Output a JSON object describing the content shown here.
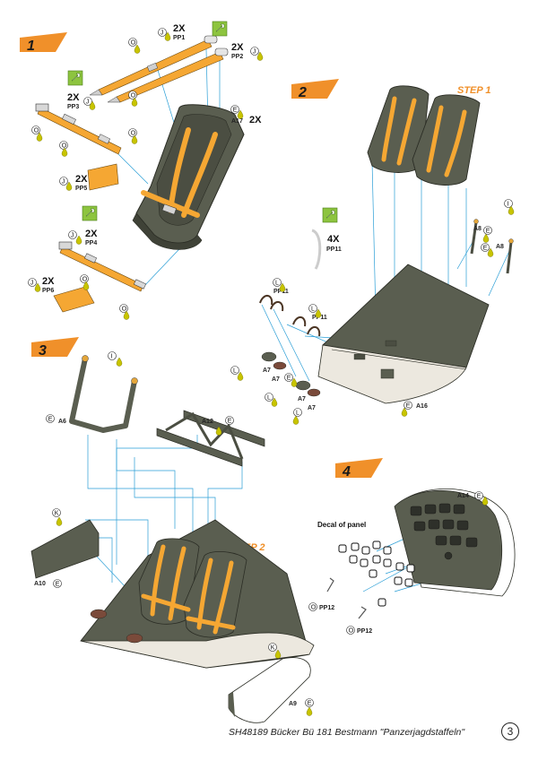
{
  "steps": [
    {
      "number": "1"
    },
    {
      "number": "2",
      "title": "STEP 1"
    },
    {
      "number": "3",
      "title": "STEP 2"
    },
    {
      "number": "4"
    }
  ],
  "parts": {
    "pp1": "PP1",
    "pp2": "PP2",
    "pp3": "PP3",
    "pp4": "PP4",
    "pp5": "PP5",
    "pp6": "PP6",
    "pp11": "PP11",
    "pp12": "PP12",
    "a6": "A6",
    "a7": "A7",
    "a8": "A8",
    "a9": "A9",
    "a10": "A10",
    "a12": "A12",
    "a14": "A14",
    "a16": "A16",
    "a17": "A17"
  },
  "quantities": {
    "x2": "2X",
    "x4": "4X"
  },
  "glue_codes": {
    "j": "J",
    "o": "O",
    "e": "E",
    "l": "L",
    "i": "I",
    "k": "K"
  },
  "decal_label": "Decal of panel",
  "footer": {
    "text": "SH48189 Bücker Bü 181 Bestmann \"Panzerjagdstaffeln\"",
    "page": "3"
  },
  "colors": {
    "seat": "#5a5e50",
    "belt": "#f5a733",
    "guide": "#2a9ed6",
    "accent": "#f0902a",
    "pe_icon": "#8dc43f"
  }
}
